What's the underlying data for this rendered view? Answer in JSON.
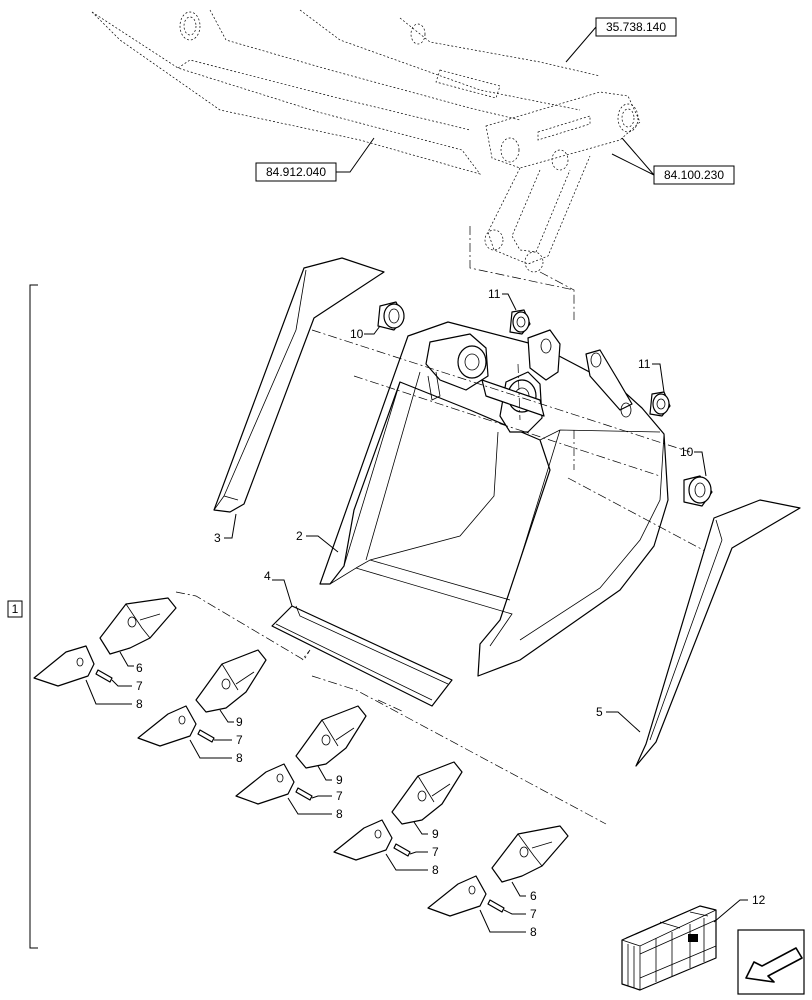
{
  "references": {
    "ref_top": "35.738.140",
    "ref_arm": "84.912.040",
    "ref_link": "84.100.230"
  },
  "kit_label": "1",
  "callouts": {
    "c2": "2",
    "c3": "3",
    "c4": "4",
    "c5": "5",
    "c10a": "10",
    "c10b": "10",
    "c11a": "11",
    "c11b": "11",
    "c12": "12",
    "t1_6": "6",
    "t1_7": "7",
    "t1_8": "8",
    "t2_9": "9",
    "t2_7": "7",
    "t2_8": "8",
    "t3_9": "9",
    "t3_7": "7",
    "t3_8": "8",
    "t4_9": "9",
    "t4_7": "7",
    "t4_8": "8",
    "t5_6": "6",
    "t5_7": "7",
    "t5_8": "8"
  },
  "icons": [
    "parts-kit-crate-icon",
    "navigation-arrow-icon"
  ]
}
